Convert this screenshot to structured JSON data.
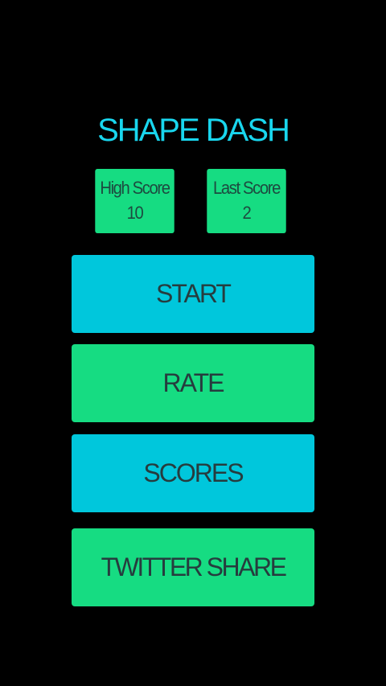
{
  "app": {
    "title": "SHAPE DASH"
  },
  "scores": {
    "high": {
      "label": "High Score",
      "value": "10"
    },
    "last": {
      "label": "Last Score",
      "value": "2"
    }
  },
  "menu": {
    "start_label": "START",
    "rate_label": "RATE",
    "scores_label": "SCORES",
    "twitter_label": "TWITTER SHARE"
  },
  "colors": {
    "background": "#000000",
    "title": "#19d6ee",
    "cyan_button": "#00c7dc",
    "green_button": "#16dc82",
    "button_text": "#263c3e"
  }
}
